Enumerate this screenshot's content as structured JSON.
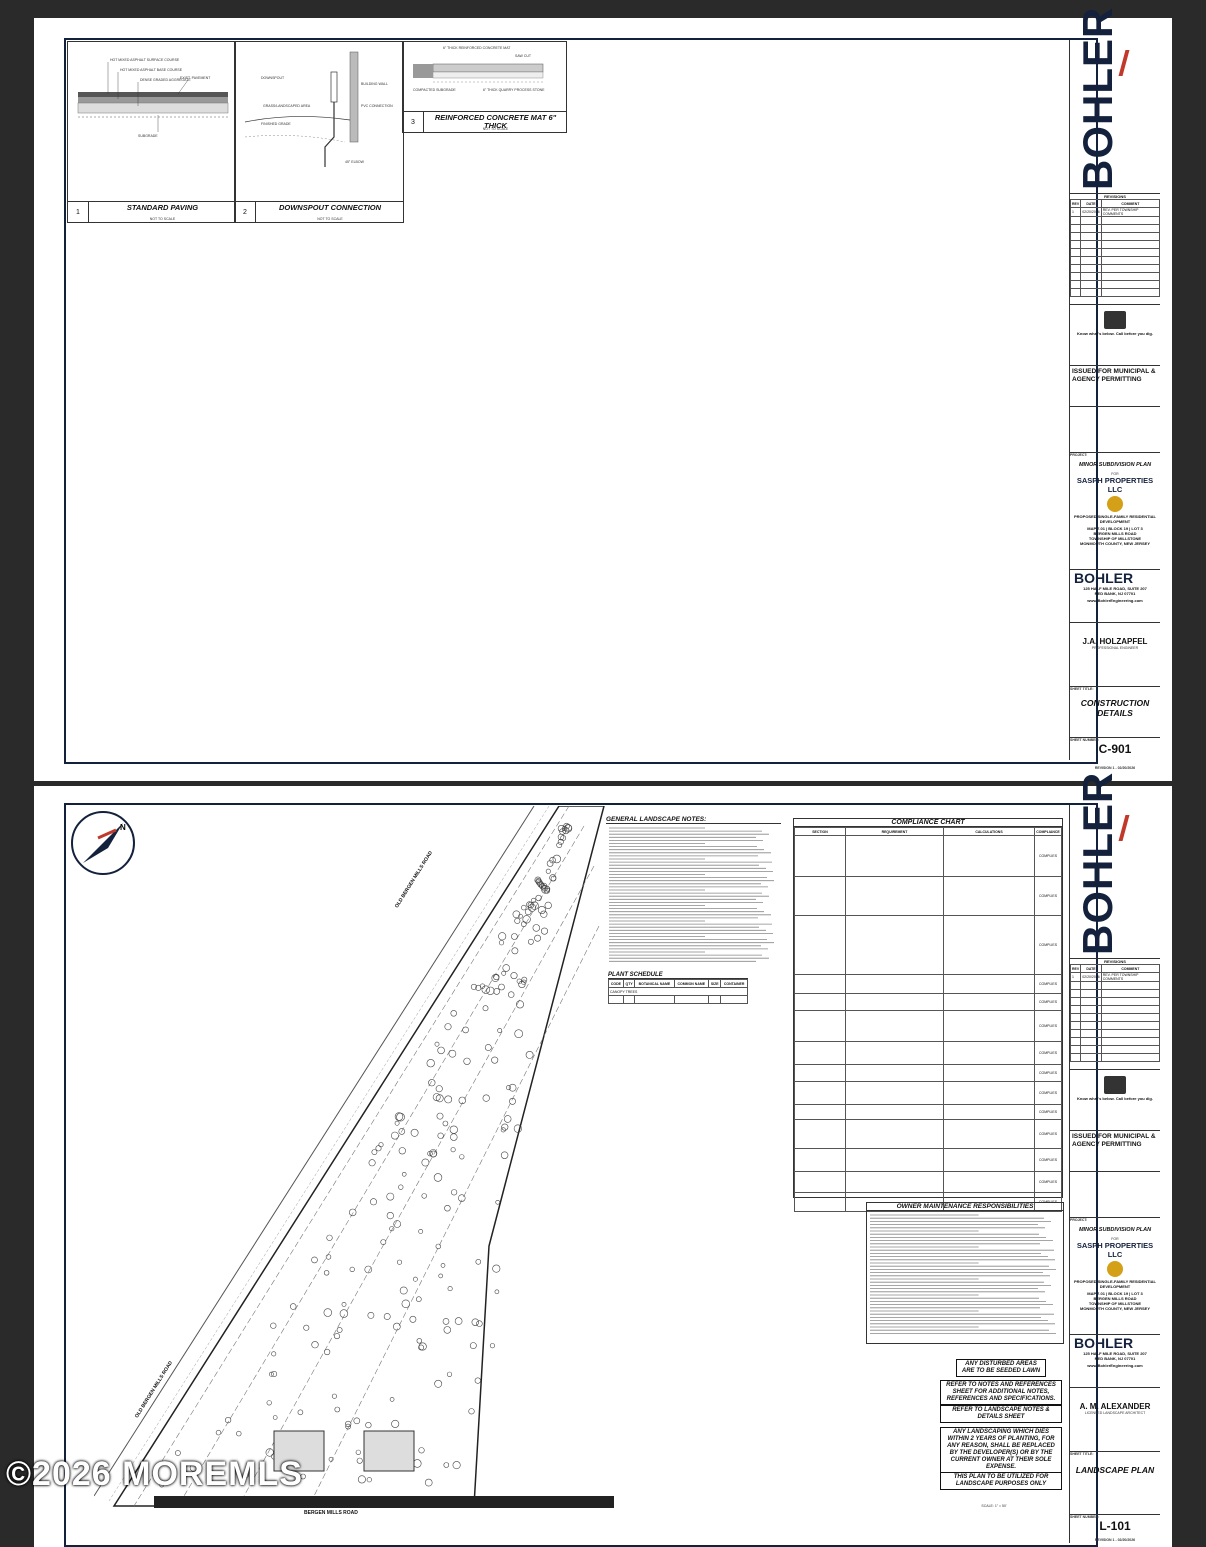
{
  "sheet1": {
    "details": [
      {
        "num": "1",
        "title": "STANDARD PAVING",
        "scale": "NOT TO SCALE"
      },
      {
        "num": "2",
        "title": "DOWNSPOUT CONNECTION",
        "scale": "NOT TO SCALE"
      },
      {
        "num": "3",
        "title": "REINFORCED CONCRETE MAT 6\" THICK",
        "scale": "NOT TO SCALE"
      }
    ],
    "detail_callouts": {
      "paving": [
        "HOT MIXED ASPHALT SURFACE COURSE",
        "HOT MIXED ASPHALT BASE COURSE",
        "DENSE GRADED AGGREGATE",
        "EXIST. PAVEMENT",
        "SUBGRADE"
      ],
      "downspout": [
        "DOWNSPOUT",
        "BUILDING WALL",
        "PVC CONNECTION",
        "GRASS/LANDSCAPED AREA",
        "FINISHED GRADE",
        "45° ELBOW"
      ],
      "concrete": [
        "6\" THICK REINFORCED CONCRETE MAT",
        "SAW CUT",
        "COMPACTED SUBGRADE",
        "6\" THICK QUARRY PROCESS STONE"
      ]
    },
    "sheet_title": "CONSTRUCTION DETAILS",
    "sheet_number": "C-901",
    "engineer": "J.A. HOLZAPFEL",
    "engineer_role": "PROFESSIONAL ENGINEER",
    "revision": "REVISION 1 - 02/20/2026"
  },
  "sheet2": {
    "general_notes_title": "GENERAL LANDSCAPE NOTES:",
    "plant_schedule_title": "PLANT SCHEDULE",
    "plant_schedule_headers": [
      "CODE",
      "QTY",
      "BOTANICAL NAME",
      "COMMON NAME",
      "SIZE",
      "CONTAINER"
    ],
    "plant_schedule_group": "CANOPY TREES",
    "compliance_title": "COMPLIANCE CHART",
    "compliance_headers": [
      "SECTION",
      "REQUIREMENT",
      "CALCULATIONS",
      "COMPLIANCE"
    ],
    "compliance_status": "COMPLIES",
    "owner_title": "OWNER MAINTENANCE RESPONSIBILITIES",
    "road_upper": "OLD BERGEN MILLS ROAD",
    "road_lower": "OLD BERGEN MILLS ROAD",
    "road_bottom": "BERGEN MILLS ROAD",
    "stamps": [
      "ANY DISTURBED AREAS ARE TO BE SEEDED LAWN",
      "REFER TO NOTES AND REFERENCES SHEET FOR ADDITIONAL NOTES, REFERENCES AND SPECIFICATIONS.",
      "REFER TO LANDSCAPE NOTES & DETAILS SHEET",
      "ANY LANDSCAPING WHICH DIES WITHIN 2 YEARS OF PLANTING, FOR ANY REASON, SHALL BE REPLACED BY THE DEVELOPER(S) OR BY THE CURRENT OWNER AT THEIR SOLE EXPENSE.",
      "THIS PLAN TO BE UTILIZED FOR LANDSCAPE PURPOSES ONLY"
    ],
    "scale": "SCALE: 1\" = 50'",
    "sheet_title": "LANDSCAPE PLAN",
    "sheet_number": "L-101",
    "engineer": "A. M. ALEXANDER",
    "engineer_role": "LICENSED LANDSCAPE ARCHITECT",
    "revision": "REVISION 1 - 02/20/2026"
  },
  "titleblock": {
    "brand": "BOHLER",
    "revisions_label": "REVISIONS",
    "rev_headers": [
      "REV",
      "DATE",
      "COMMENT"
    ],
    "rev_row": [
      "1",
      "02/20/2026",
      "REV. PER TOWNSHIP COMMENTS"
    ],
    "issued_for": "ISSUED FOR MUNICIPAL & AGENCY PERMITTING",
    "project_label": "PROJECT:",
    "project_name": "MINOR SUBDIVISION PLAN",
    "for_label": "FOR",
    "client": "SASPH PROPERTIES LLC",
    "development": "PROPOSED SINGLE-FAMILY RESIDENTIAL DEVELOPMENT",
    "location": [
      "MAP 7.01 | BLOCK 19 | LOT 3",
      "BERGEN MILLS ROAD",
      "TOWNSHIP OF MILLSTONE",
      "MONMOUTH COUNTY, NEW JERSEY"
    ],
    "address": [
      "125 HALF MILE ROAD, SUITE 207",
      "RED BANK, NJ 07701"
    ],
    "website": "www.BohlerEngineering.com",
    "sheet_title_label": "SHEET TITLE:",
    "sheet_number_label": "SHEET NUMBER:",
    "safety": "Know what's below. Call before you dig."
  },
  "watermark": "©2026 MOREMLS",
  "colors": {
    "navy": "#14213d",
    "accent": "#c0392b",
    "gold": "#d4a017",
    "background": "#2a2a2a"
  }
}
